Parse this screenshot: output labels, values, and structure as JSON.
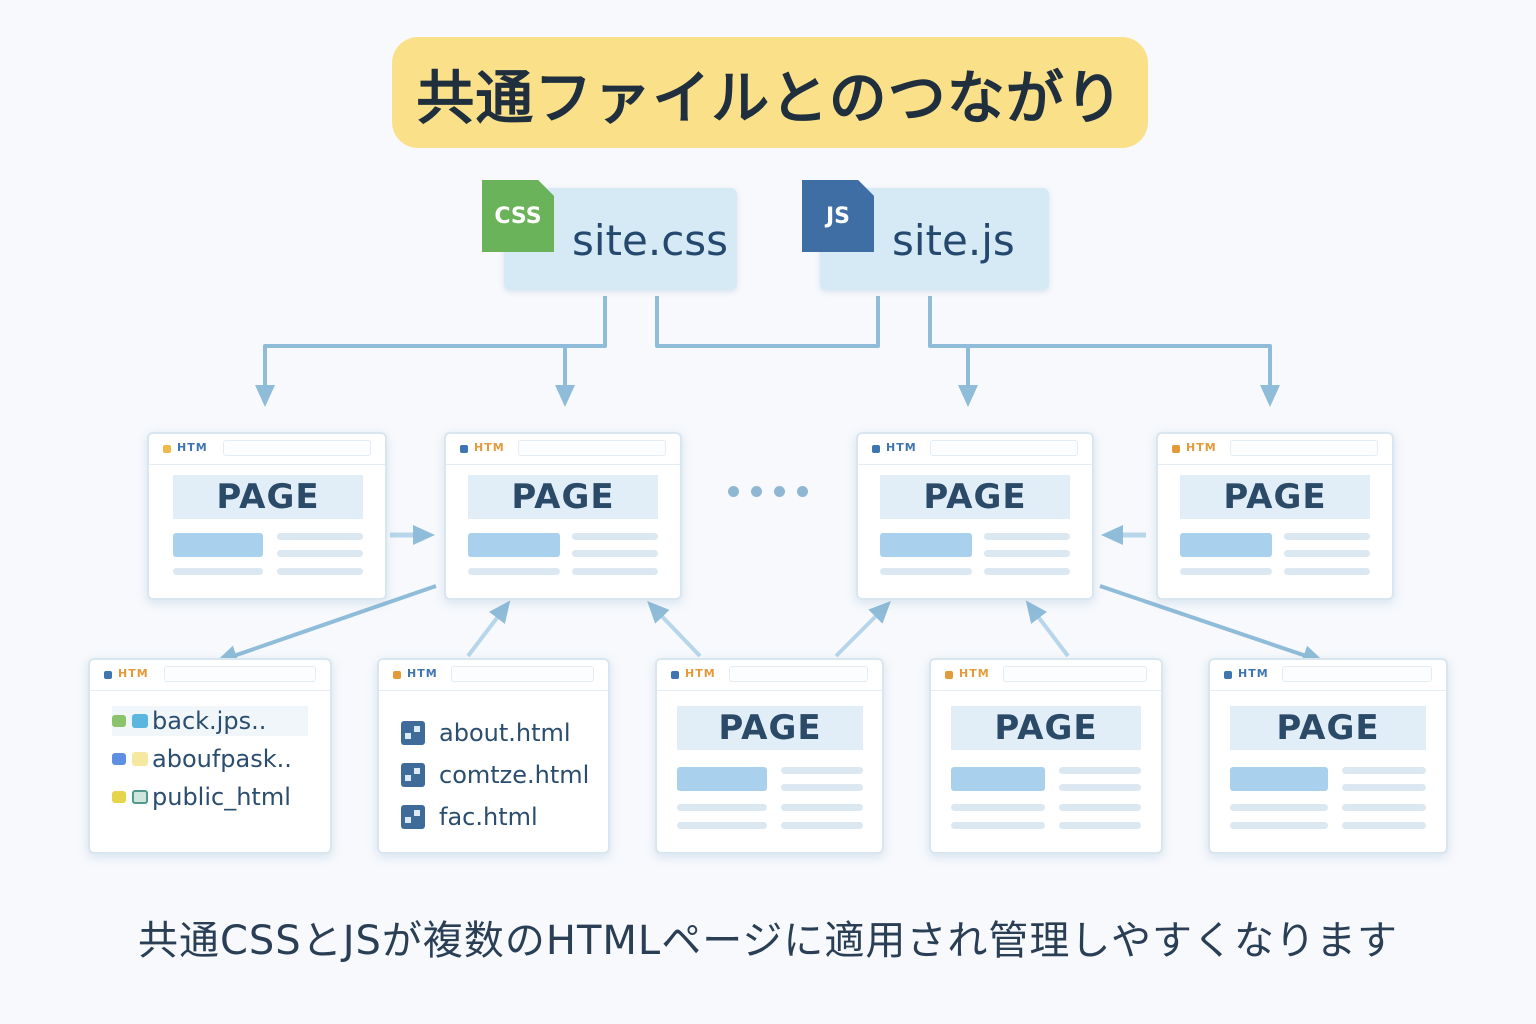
{
  "title": "共通ファイルとのつながり",
  "files": [
    {
      "name": "site.css",
      "badge": "CSS",
      "badge_color": "#6bb35a"
    },
    {
      "name": "site.js",
      "badge": "JS",
      "badge_color": "#3f6ea5"
    }
  ],
  "browser_label": "HTM",
  "pages_top": [
    {
      "heading": "PAGE"
    },
    {
      "heading": "PAGE"
    },
    {
      "heading": "PAGE"
    },
    {
      "heading": "PAGE"
    }
  ],
  "bottom_folder_list": [
    {
      "label": "back.jps..",
      "icon": "folder-icon"
    },
    {
      "label": "aboufpask..",
      "icon": "folder-icon"
    },
    {
      "label": "public_html",
      "icon": "folder-icon"
    }
  ],
  "bottom_file_list": [
    {
      "label": "about.html",
      "icon": "html-file-icon"
    },
    {
      "label": "comtze.html",
      "icon": "html-file-icon"
    },
    {
      "label": "fac.html",
      "icon": "html-file-icon"
    }
  ],
  "pages_bottom": [
    {
      "heading": "PAGE"
    },
    {
      "heading": "PAGE"
    },
    {
      "heading": "PAGE"
    }
  ],
  "caption": "共通CSSとJSが複数のHTMLページに適用され管理しやすくなります",
  "colors": {
    "title_bg": "#fbe08a",
    "file_card_bg": "#d6eaf6",
    "connector": "#8fbcd8",
    "accent_blue": "#a9d1ee"
  }
}
